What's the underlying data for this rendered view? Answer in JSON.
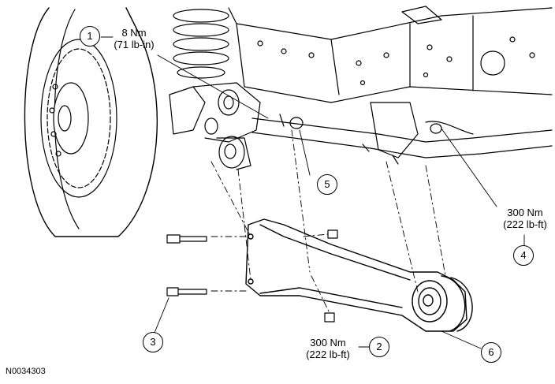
{
  "figure_id": "N0034303",
  "callouts": [
    {
      "number": "1",
      "torque_nm": "8 Nm",
      "torque_imperial": "(71 lb-in)"
    },
    {
      "number": "2",
      "torque_nm": "300 Nm",
      "torque_imperial": "(222 lb-ft)"
    },
    {
      "number": "3"
    },
    {
      "number": "4",
      "torque_nm": "300 Nm",
      "torque_imperial": "(222 lb-ft)"
    },
    {
      "number": "5"
    },
    {
      "number": "6"
    }
  ],
  "colors": {
    "line": "#000000",
    "background": "#ffffff"
  }
}
